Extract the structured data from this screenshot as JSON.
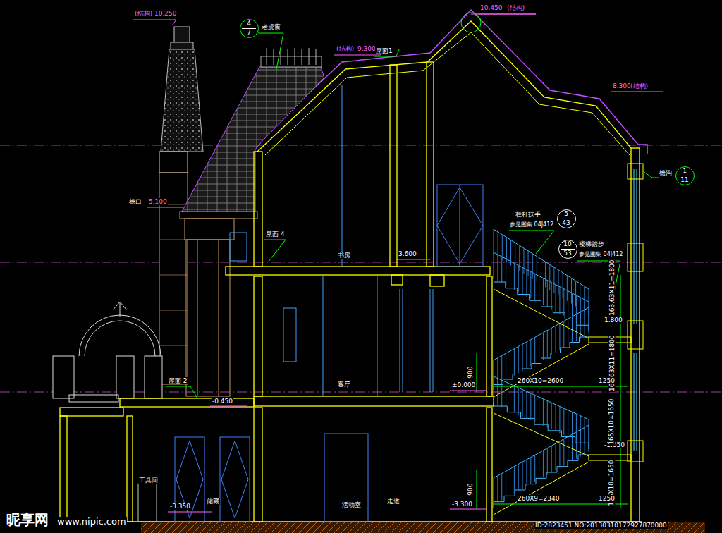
{
  "diagram": {
    "nodes": [
      {
        "text": [
          "4",
          "7"
        ]
      },
      {
        "text": [
          "1",
          "11"
        ]
      },
      {
        "text": [
          "5",
          "43"
        ]
      },
      {
        "text": [
          "10",
          "53"
        ]
      }
    ],
    "labels": [
      "(结构)",
      "10.250",
      "10.450",
      "(结构)",
      "(结构)",
      "9.300",
      "屋面1",
      "老虎窗",
      "8.300",
      "(结构)",
      "檐口",
      "5.100",
      "屋面 4",
      "书房",
      "3.600",
      "檐沟",
      "栏杆扶手",
      "参见图集 04J412",
      "楼梯踏步",
      "参见图集 04J412",
      "163.63X11=1800",
      "1.800",
      "163.63X11=1800",
      "900",
      "260X10=2600",
      "1250",
      "±0.000",
      "客厅",
      "屋面 2",
      "-0.450",
      "-1.650",
      "165X10=1650",
      "165X10=1650",
      "900",
      "260X9=2340",
      "1250",
      "-3.350",
      "-3.300",
      "工具间",
      "储藏",
      "活动室",
      "走道",
      "昵享网",
      "www.nipic.com",
      "ID:2823451 NO:20130310172927870000"
    ]
  }
}
